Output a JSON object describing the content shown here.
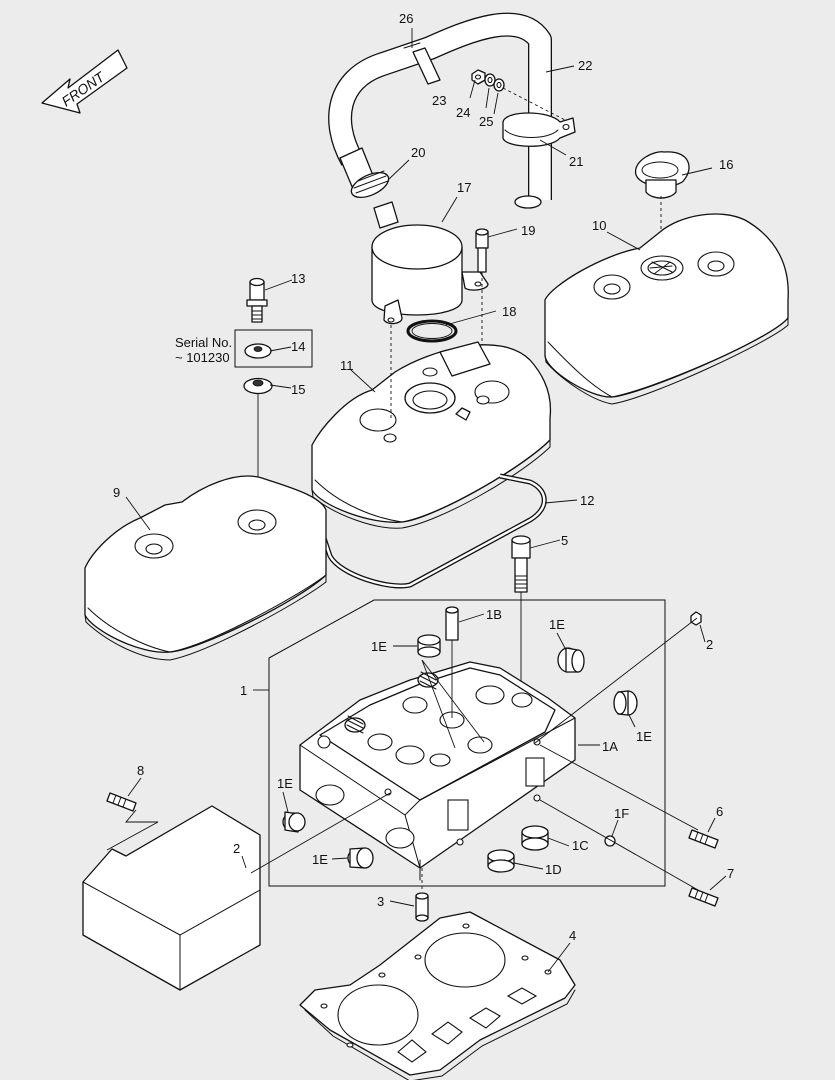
{
  "front_label": "FRONT",
  "serial_note": {
    "line1": "Serial No.",
    "line2": "~ 101230"
  },
  "callouts": {
    "p1": "1",
    "p1A": "1A",
    "p1B": "1B",
    "p1C": "1C",
    "p1D": "1D",
    "p1E_a": "1E",
    "p1E_b": "1E",
    "p1E_c": "1E",
    "p1E_d": "1E",
    "p1E_e": "1E",
    "p1F": "1F",
    "p2a": "2",
    "p2b": "2",
    "p3": "3",
    "p4": "4",
    "p5": "5",
    "p6": "6",
    "p7": "7",
    "p8": "8",
    "p9": "9",
    "p10": "10",
    "p11": "11",
    "p12": "12",
    "p13": "13",
    "p14": "14",
    "p15": "15",
    "p16": "16",
    "p17": "17",
    "p18": "18",
    "p19": "19",
    "p20": "20",
    "p21": "21",
    "p22": "22",
    "p23": "23",
    "p24": "24",
    "p25": "25",
    "p26": "26"
  }
}
